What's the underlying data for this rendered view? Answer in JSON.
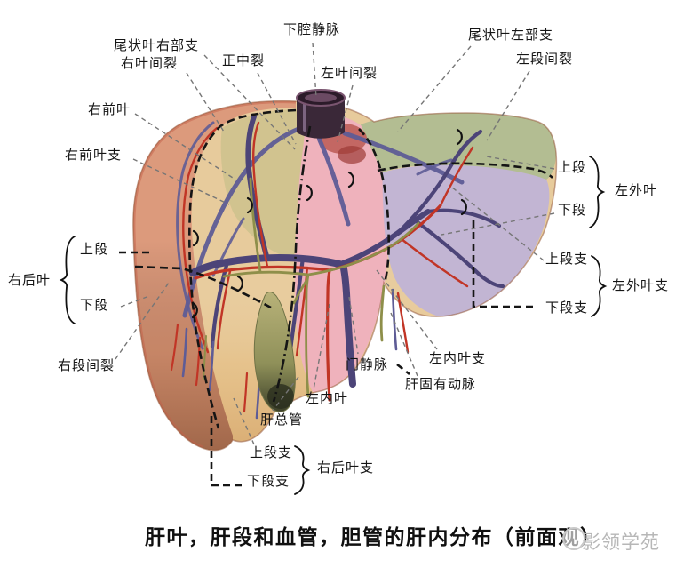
{
  "caption": {
    "text": "肝叶，肝段和血管，胆管的肝内分布（前面观）"
  },
  "watermark": {
    "text": "影领学苑"
  },
  "labels": {
    "caudate_lobe_right_branch": "尾状叶右部支",
    "right_interlobar_fissure": "右叶间裂",
    "median_fissure": "正中裂",
    "inferior_vena_cava": "下腔静脉",
    "left_interlobar_fissure": "左叶间裂",
    "caudate_lobe_left_branch": "尾状叶左部支",
    "left_intersegmental_fissure": "左段间裂",
    "right_anterior_lobe": "右前叶",
    "right_anterior_lobe_branch": "右前叶支",
    "right_posterior_lobe": "右后叶",
    "right_posterior_upper_segment": "上段",
    "right_posterior_lower_segment": "下段",
    "right_intersegmental_fissure": "右段间裂",
    "left_lateral_upper_segment": "上段",
    "left_lateral_lower_segment": "下段",
    "left_lateral_lobe": "左外叶",
    "left_lateral_upper_segment_branch": "上段支",
    "left_lateral_lower_segment_branch": "下段支",
    "left_lateral_lobe_branch": "左外叶支",
    "portal_vein": "门静脉",
    "left_medial_lobe_branch": "左内叶支",
    "proper_hepatic_artery": "肝固有动脉",
    "left_medial_lobe": "左内叶",
    "common_hepatic_duct": "肝总管",
    "right_posterior_upper_segment_branch": "上段支",
    "right_posterior_lower_segment_branch": "下段支",
    "right_posterior_lobe_branch": "右后叶支"
  },
  "colors": {
    "right_posterior_lobe": "#dc9a7c",
    "right_anterior_lobe": "#e7cb9c",
    "caudate_area": "#ccc08c",
    "left_medial_lobe": "#efb2bc",
    "left_lateral_upper": "#b3bd92",
    "left_lateral_lower": "#c2b5d3",
    "portal_vein": "#4c4478",
    "hepatic_artery": "#c13526",
    "bile_duct": "#8e8f4a",
    "hepatic_vein": "#5e5c96",
    "inferior_vena_cava": "#3a2838",
    "gallbladder": "#9fa065"
  }
}
